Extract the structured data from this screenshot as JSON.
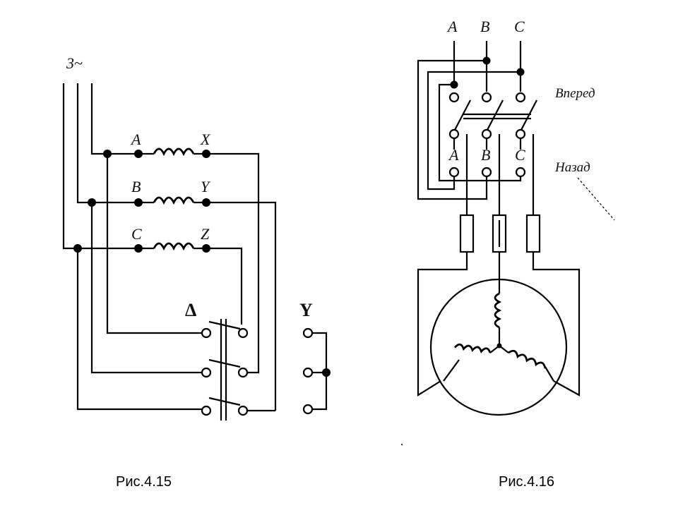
{
  "fig15": {
    "supply_label": "3~",
    "phase_start_labels": [
      "A",
      "B",
      "C"
    ],
    "phase_end_labels": [
      "X",
      "Y",
      "Z"
    ],
    "delta_label": "Δ",
    "star_label": "Y",
    "caption": "Рис.4.15"
  },
  "fig16": {
    "input_labels": [
      "A",
      "B",
      "C"
    ],
    "forward_label": "Вперед",
    "reverse_label": "Назад",
    "contact_labels": [
      "A",
      "B",
      "C"
    ],
    "caption": "Рис.4.16"
  }
}
